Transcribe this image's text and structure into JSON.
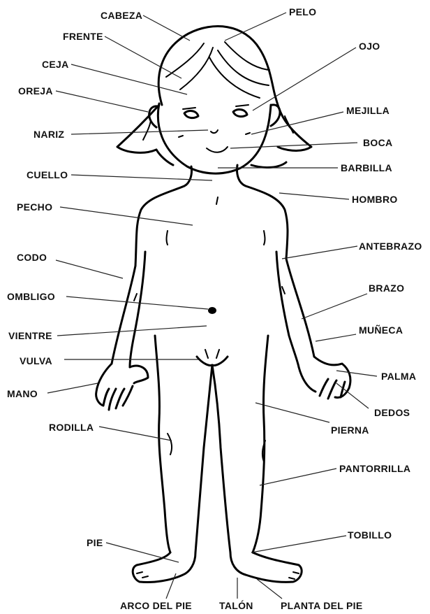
{
  "labels": {
    "cabeza": "CABEZA",
    "pelo": "PELO",
    "frente": "FRENTE",
    "ojo": "OJO",
    "ceja": "CEJA",
    "oreja": "OREJA",
    "mejilla": "MEJILLA",
    "nariz": "NARIZ",
    "boca": "BOCA",
    "cuello": "CUELLO",
    "barbilla": "BARBILLA",
    "hombro": "HOMBRO",
    "pecho": "PECHO",
    "antebrazo": "ANTEBRAZO",
    "codo": "CODO",
    "brazo": "BRAZO",
    "ombligo": "OMBLIGO",
    "muneca": "MUÑECA",
    "vientre": "VIENTRE",
    "vulva": "VULVA",
    "palma": "PALMA",
    "mano": "MANO",
    "dedos": "DEDOS",
    "rodilla": "RODILLA",
    "pierna": "PIERNA",
    "pantorrilla": "PANTORRILLA",
    "pie": "PIE",
    "tobillo": "TOBILLO",
    "arco_del_pie": "ARCO DEL PIE",
    "talon": "TALÓN",
    "planta_del_pie": "PLANTA DEL PIE"
  },
  "colors": {
    "ink": "#000000",
    "background": "#ffffff"
  }
}
